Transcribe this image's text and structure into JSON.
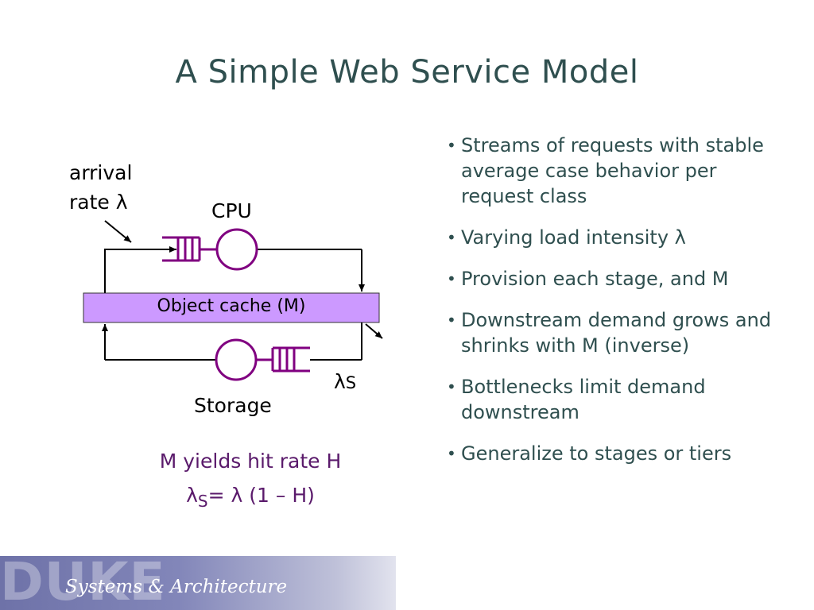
{
  "slide": {
    "title": "A Simple Web Service Model"
  },
  "diagram": {
    "arrival_line1": "arrival",
    "arrival_line2": "rate λ",
    "cpu_label": "CPU",
    "cache_label": "Object cache (M)",
    "storage_label": "Storage",
    "lambda_s": "λ",
    "lambda_s_sub": "S",
    "formula_line1": "M yields hit rate H",
    "formula_lambda": "λ",
    "formula_sub": "S",
    "formula_rest": "= λ (1 – H)",
    "colors": {
      "queue": "#800080",
      "cache_fill": "#cc99ff",
      "line": "#000000"
    }
  },
  "bullets": [
    "Streams of requests with stable average case behavior per  request class",
    "Varying load intensity λ",
    "Provision each stage, and M",
    "Downstream demand grows and shrinks with M (inverse)",
    "Bottlenecks limit demand downstream",
    "Generalize to stages or tiers"
  ],
  "footer": {
    "logo_text": "DUKE",
    "subtitle": "Systems & Architecture"
  }
}
